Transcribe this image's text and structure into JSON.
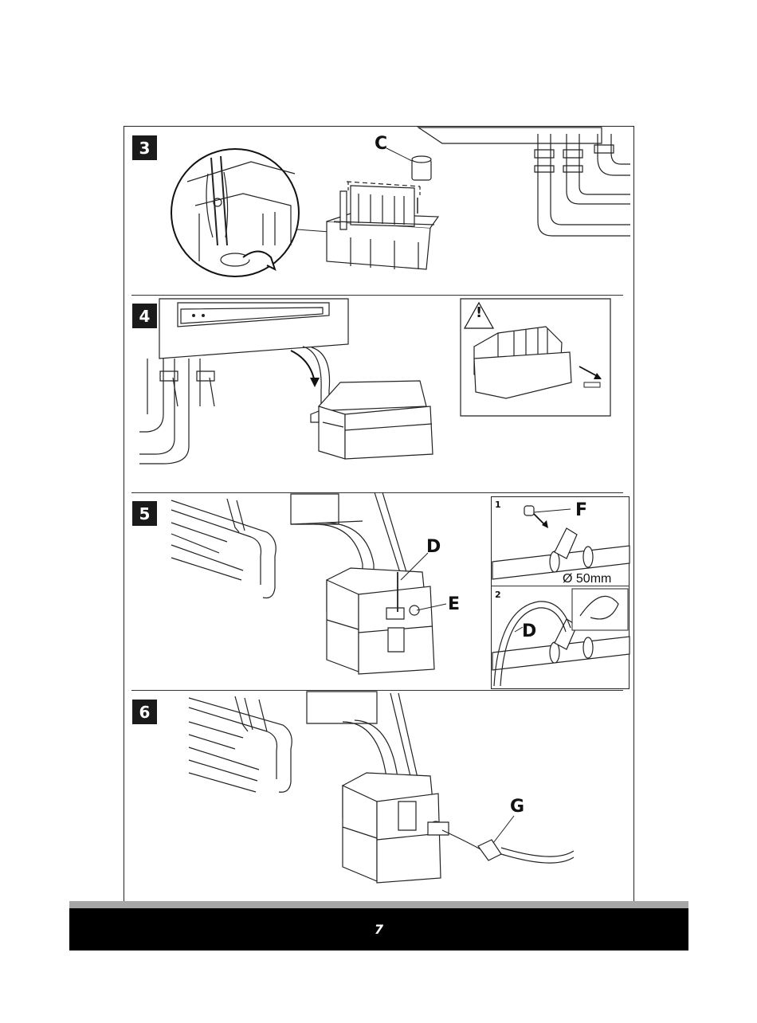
{
  "steps": [
    {
      "number": "3",
      "callouts": [
        "C"
      ]
    },
    {
      "number": "4",
      "callouts": []
    },
    {
      "number": "5",
      "callouts": [
        "D",
        "E"
      ]
    },
    {
      "number": "6",
      "callouts": [
        "G"
      ]
    }
  ],
  "step5_detail": {
    "sub1_number": "1",
    "sub1_callout": "F",
    "diameter_label": "Ø 50mm",
    "sub2_number": "2",
    "sub2_callout": "D"
  },
  "warning_symbol": "!",
  "footer": {
    "page_number": "7"
  },
  "icons": [
    "warning-triangle-icon",
    "rotate-arrow-icon",
    "flow-arrow-icon"
  ]
}
